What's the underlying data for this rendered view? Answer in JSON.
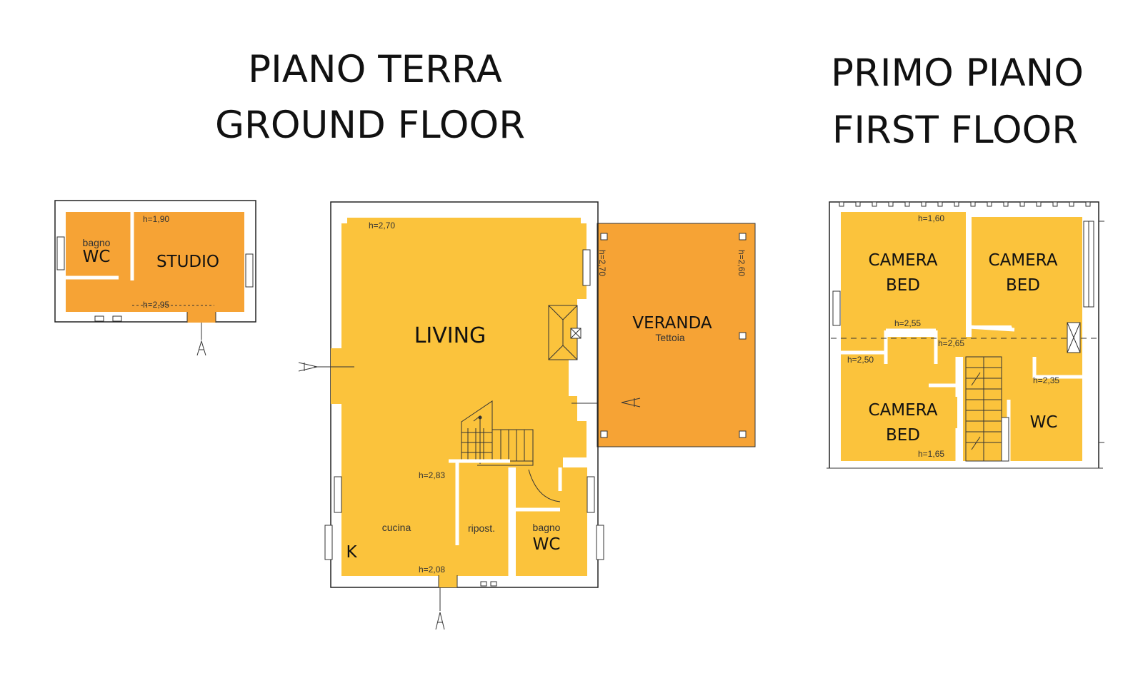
{
  "ground": {
    "title_it": "PIANO TERRA",
    "title_en": "GROUND FLOOR",
    "annex": {
      "wc_small": "bagno",
      "wc": "WC",
      "studio": "STUDIO",
      "h1": "h=1,90",
      "h2": "h=2,95"
    },
    "main": {
      "living": "LIVING",
      "veranda": "VERANDA",
      "veranda_sub": "Tettoia",
      "cucina": "cucina",
      "ripost": "ripost.",
      "bagno": "bagno",
      "wc": "WC",
      "k": "K",
      "h_living": "h=2,70",
      "h_fire": "h=2,70",
      "h_veranda": "h=2,60",
      "h_kitchen": "h=2,83",
      "h_entry": "h=2,08"
    }
  },
  "first": {
    "title_it": "PRIMO PIANO",
    "title_en": "FIRST FLOOR",
    "bed1_it": "CAMERA",
    "bed1_en": "BED",
    "bed2_it": "CAMERA",
    "bed2_en": "BED",
    "bed3_it": "CAMERA",
    "bed3_en": "BED",
    "wc": "WC",
    "h1": "h=1,60",
    "h2": "h=2,55",
    "h3": "h=2,65",
    "h4": "h=2,50",
    "h5": "h=2,35",
    "h6": "h=1,65"
  },
  "colors": {
    "room_yellow": "#fbc33c",
    "room_orange": "#f6a335",
    "wall": "#222222"
  }
}
